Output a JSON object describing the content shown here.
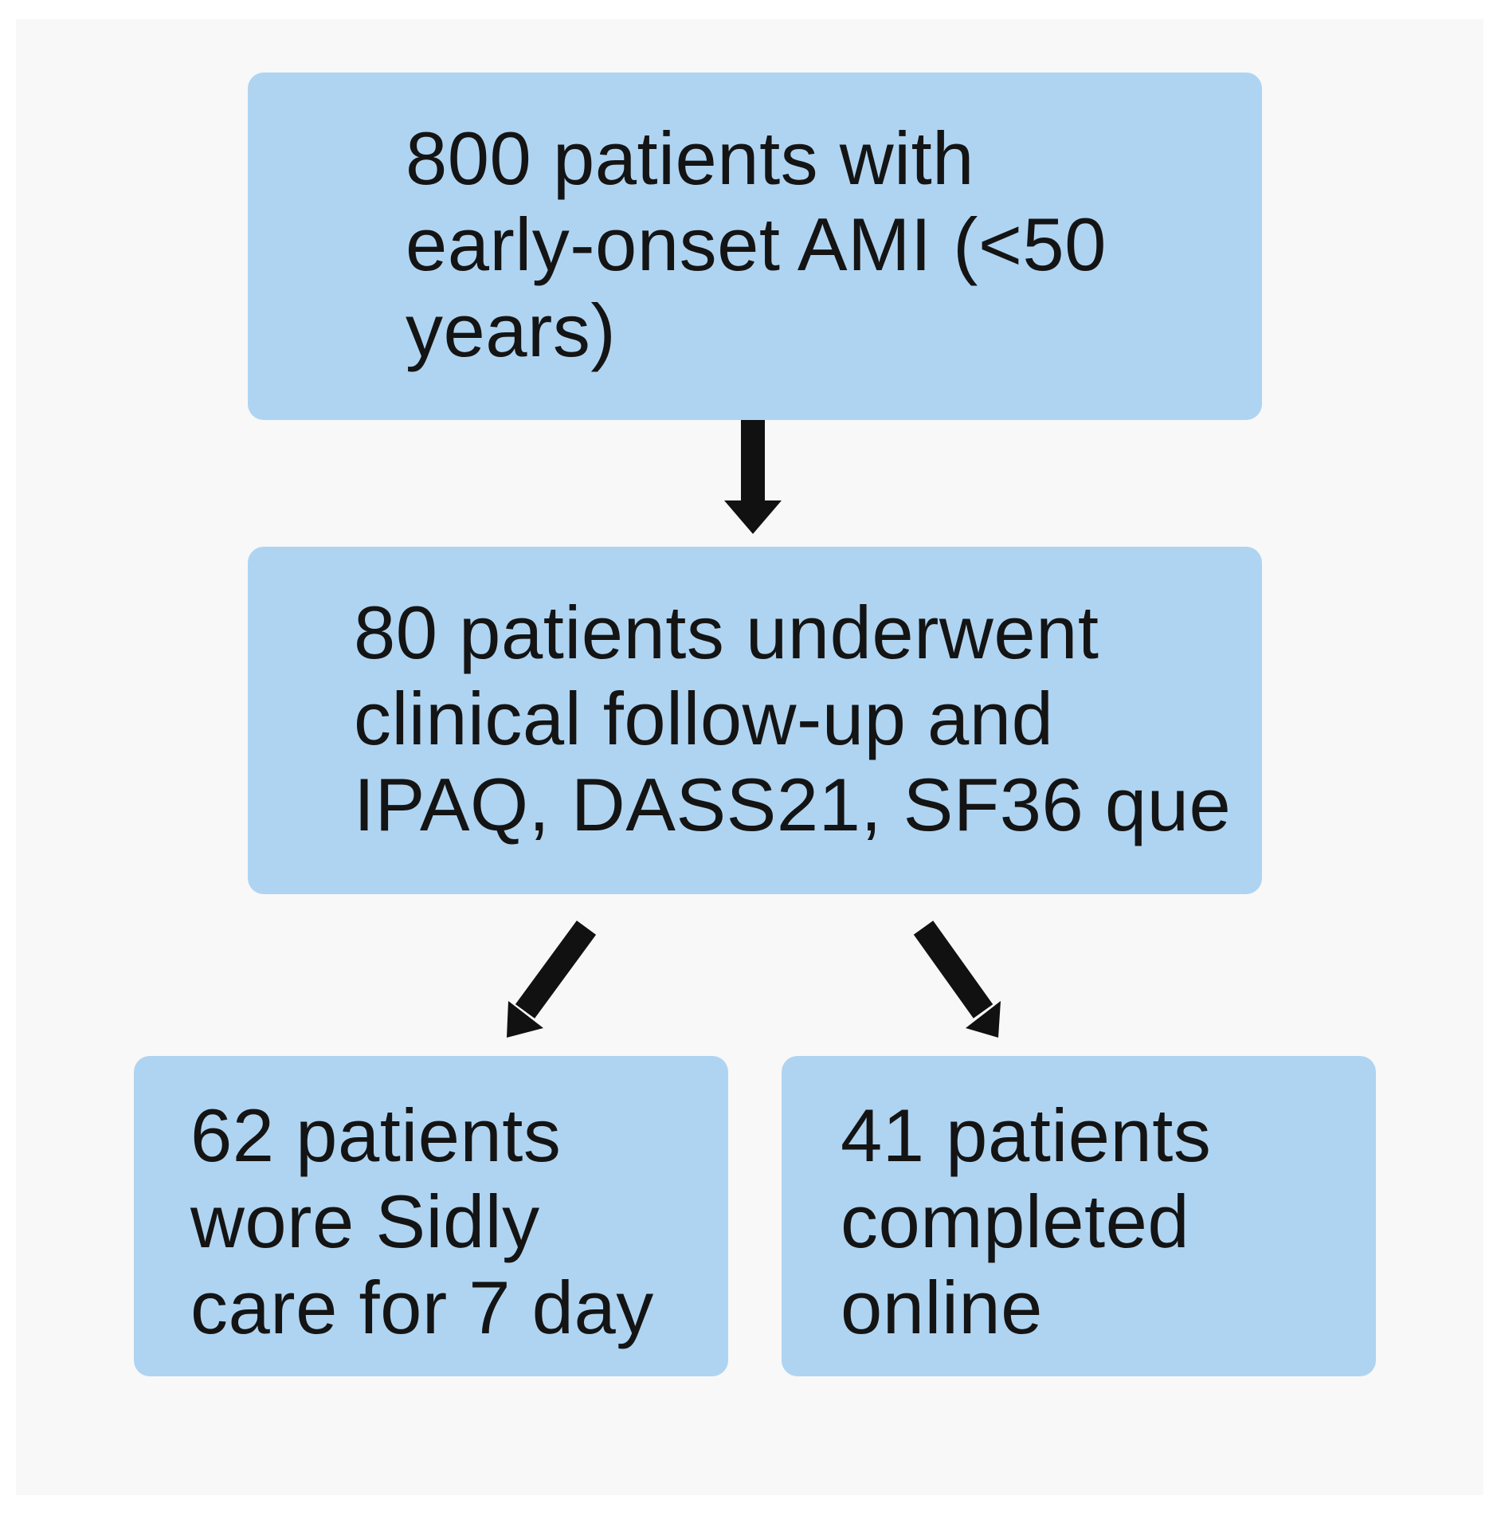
{
  "diagram": {
    "nodes": {
      "top": {
        "lines": [
          "800 patients with",
          "early-onset AMI (<50",
          "years)"
        ]
      },
      "middle": {
        "lines": [
          "80 patients underwent",
          "clinical follow-up and",
          "IPAQ, DASS21, SF36 que"
        ]
      },
      "left": {
        "lines": [
          "62 patients",
          "wore Sidly",
          "care for 7 day"
        ]
      },
      "right": {
        "lines": [
          "41 patients",
          "completed",
          "online"
        ]
      }
    },
    "edges": [
      {
        "from": "top",
        "to": "middle"
      },
      {
        "from": "middle",
        "to": "left"
      },
      {
        "from": "middle",
        "to": "right"
      }
    ],
    "colors": {
      "box_fill": "#afd4f1",
      "text": "#141414",
      "arrow": "#111111",
      "background": "#f8f8f8"
    }
  }
}
